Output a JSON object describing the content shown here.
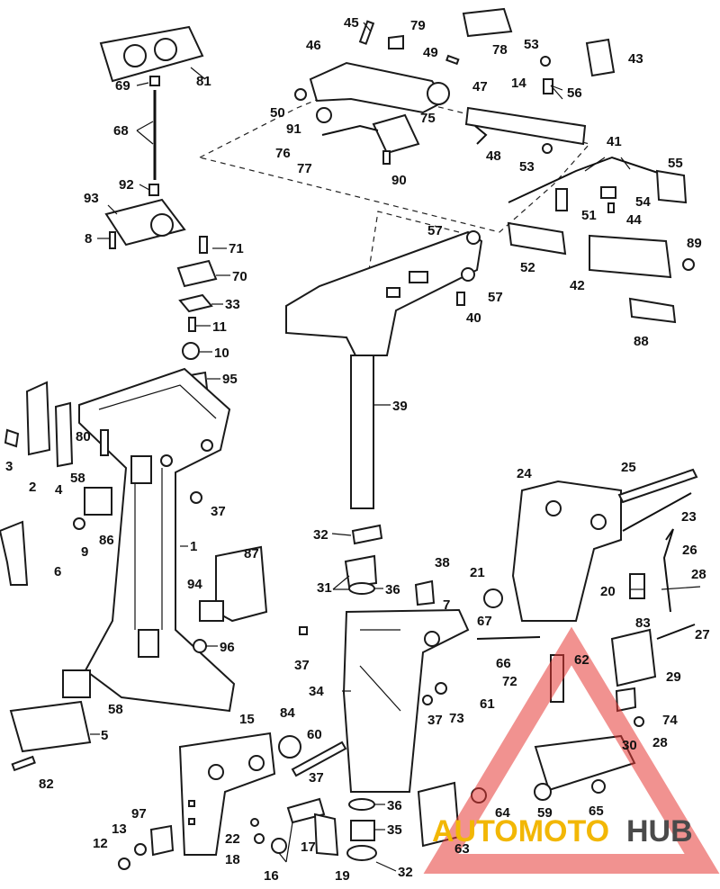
{
  "labels": [
    {
      "id": "45",
      "text": "45"
    },
    {
      "id": "79",
      "text": "79"
    },
    {
      "id": "78",
      "text": "78"
    },
    {
      "id": "53a",
      "text": "53"
    },
    {
      "id": "43",
      "text": "43"
    },
    {
      "id": "46",
      "text": "46"
    },
    {
      "id": "49",
      "text": "49"
    },
    {
      "id": "81",
      "text": "81"
    },
    {
      "id": "69",
      "text": "69"
    },
    {
      "id": "14",
      "text": "14"
    },
    {
      "id": "56",
      "text": "56"
    },
    {
      "id": "47",
      "text": "47"
    },
    {
      "id": "50",
      "text": "50"
    },
    {
      "id": "91",
      "text": "91"
    },
    {
      "id": "75",
      "text": "75"
    },
    {
      "id": "68",
      "text": "68"
    },
    {
      "id": "76",
      "text": "76"
    },
    {
      "id": "77",
      "text": "77"
    },
    {
      "id": "48",
      "text": "48"
    },
    {
      "id": "53b",
      "text": "53"
    },
    {
      "id": "41",
      "text": "41"
    },
    {
      "id": "90",
      "text": "90"
    },
    {
      "id": "55",
      "text": "55"
    },
    {
      "id": "92",
      "text": "92"
    },
    {
      "id": "54",
      "text": "54"
    },
    {
      "id": "93",
      "text": "93"
    },
    {
      "id": "51",
      "text": "51"
    },
    {
      "id": "44",
      "text": "44"
    },
    {
      "id": "8",
      "text": "8"
    },
    {
      "id": "71",
      "text": "71"
    },
    {
      "id": "57a",
      "text": "57"
    },
    {
      "id": "89",
      "text": "89"
    },
    {
      "id": "52",
      "text": "52"
    },
    {
      "id": "70",
      "text": "70"
    },
    {
      "id": "57b",
      "text": "57"
    },
    {
      "id": "42",
      "text": "42"
    },
    {
      "id": "33",
      "text": "33"
    },
    {
      "id": "40",
      "text": "40"
    },
    {
      "id": "11",
      "text": "11"
    },
    {
      "id": "88",
      "text": "88"
    },
    {
      "id": "10",
      "text": "10"
    },
    {
      "id": "95",
      "text": "95"
    },
    {
      "id": "39",
      "text": "39"
    },
    {
      "id": "80",
      "text": "80"
    },
    {
      "id": "3",
      "text": "3"
    },
    {
      "id": "2",
      "text": "2"
    },
    {
      "id": "4",
      "text": "4"
    },
    {
      "id": "25",
      "text": "25"
    },
    {
      "id": "24",
      "text": "24"
    },
    {
      "id": "58a",
      "text": "58"
    },
    {
      "id": "23",
      "text": "23"
    },
    {
      "id": "37a",
      "text": "37"
    },
    {
      "id": "86",
      "text": "86"
    },
    {
      "id": "32a",
      "text": "32"
    },
    {
      "id": "26",
      "text": "26"
    },
    {
      "id": "9",
      "text": "9"
    },
    {
      "id": "1",
      "text": "1"
    },
    {
      "id": "38",
      "text": "38"
    },
    {
      "id": "87",
      "text": "87"
    },
    {
      "id": "6",
      "text": "6"
    },
    {
      "id": "21",
      "text": "21"
    },
    {
      "id": "28a",
      "text": "28"
    },
    {
      "id": "31",
      "text": "31"
    },
    {
      "id": "36a",
      "text": "36"
    },
    {
      "id": "94",
      "text": "94"
    },
    {
      "id": "20",
      "text": "20"
    },
    {
      "id": "7",
      "text": "7"
    },
    {
      "id": "83",
      "text": "83"
    },
    {
      "id": "67",
      "text": "67"
    },
    {
      "id": "27",
      "text": "27"
    },
    {
      "id": "96",
      "text": "96"
    },
    {
      "id": "66",
      "text": "66"
    },
    {
      "id": "37b",
      "text": "37"
    },
    {
      "id": "62",
      "text": "62"
    },
    {
      "id": "29",
      "text": "29"
    },
    {
      "id": "72",
      "text": "72"
    },
    {
      "id": "34",
      "text": "34"
    },
    {
      "id": "61",
      "text": "61"
    },
    {
      "id": "58b",
      "text": "58"
    },
    {
      "id": "37c",
      "text": "37"
    },
    {
      "id": "73",
      "text": "73"
    },
    {
      "id": "74",
      "text": "74"
    },
    {
      "id": "84",
      "text": "84"
    },
    {
      "id": "15",
      "text": "15"
    },
    {
      "id": "5",
      "text": "5"
    },
    {
      "id": "60",
      "text": "60"
    },
    {
      "id": "28b",
      "text": "28"
    },
    {
      "id": "30",
      "text": "30"
    },
    {
      "id": "37d",
      "text": "37"
    },
    {
      "id": "82",
      "text": "82"
    },
    {
      "id": "36b",
      "text": "36"
    },
    {
      "id": "64",
      "text": "64"
    },
    {
      "id": "59",
      "text": "59"
    },
    {
      "id": "65",
      "text": "65"
    },
    {
      "id": "97",
      "text": "97"
    },
    {
      "id": "13",
      "text": "13"
    },
    {
      "id": "22",
      "text": "22"
    },
    {
      "id": "35",
      "text": "35"
    },
    {
      "id": "12",
      "text": "12"
    },
    {
      "id": "17",
      "text": "17"
    },
    {
      "id": "18",
      "text": "18"
    },
    {
      "id": "63",
      "text": "63"
    },
    {
      "id": "16",
      "text": "16"
    },
    {
      "id": "19",
      "text": "19"
    },
    {
      "id": "32b",
      "text": "32"
    }
  ],
  "watermark": {
    "text_part1": "AUTOMOTO",
    "text_part2": "HUB",
    "color_part1": "#f2b705",
    "color_part2": "#4a4a4a",
    "triangle_color": "#e53935"
  }
}
